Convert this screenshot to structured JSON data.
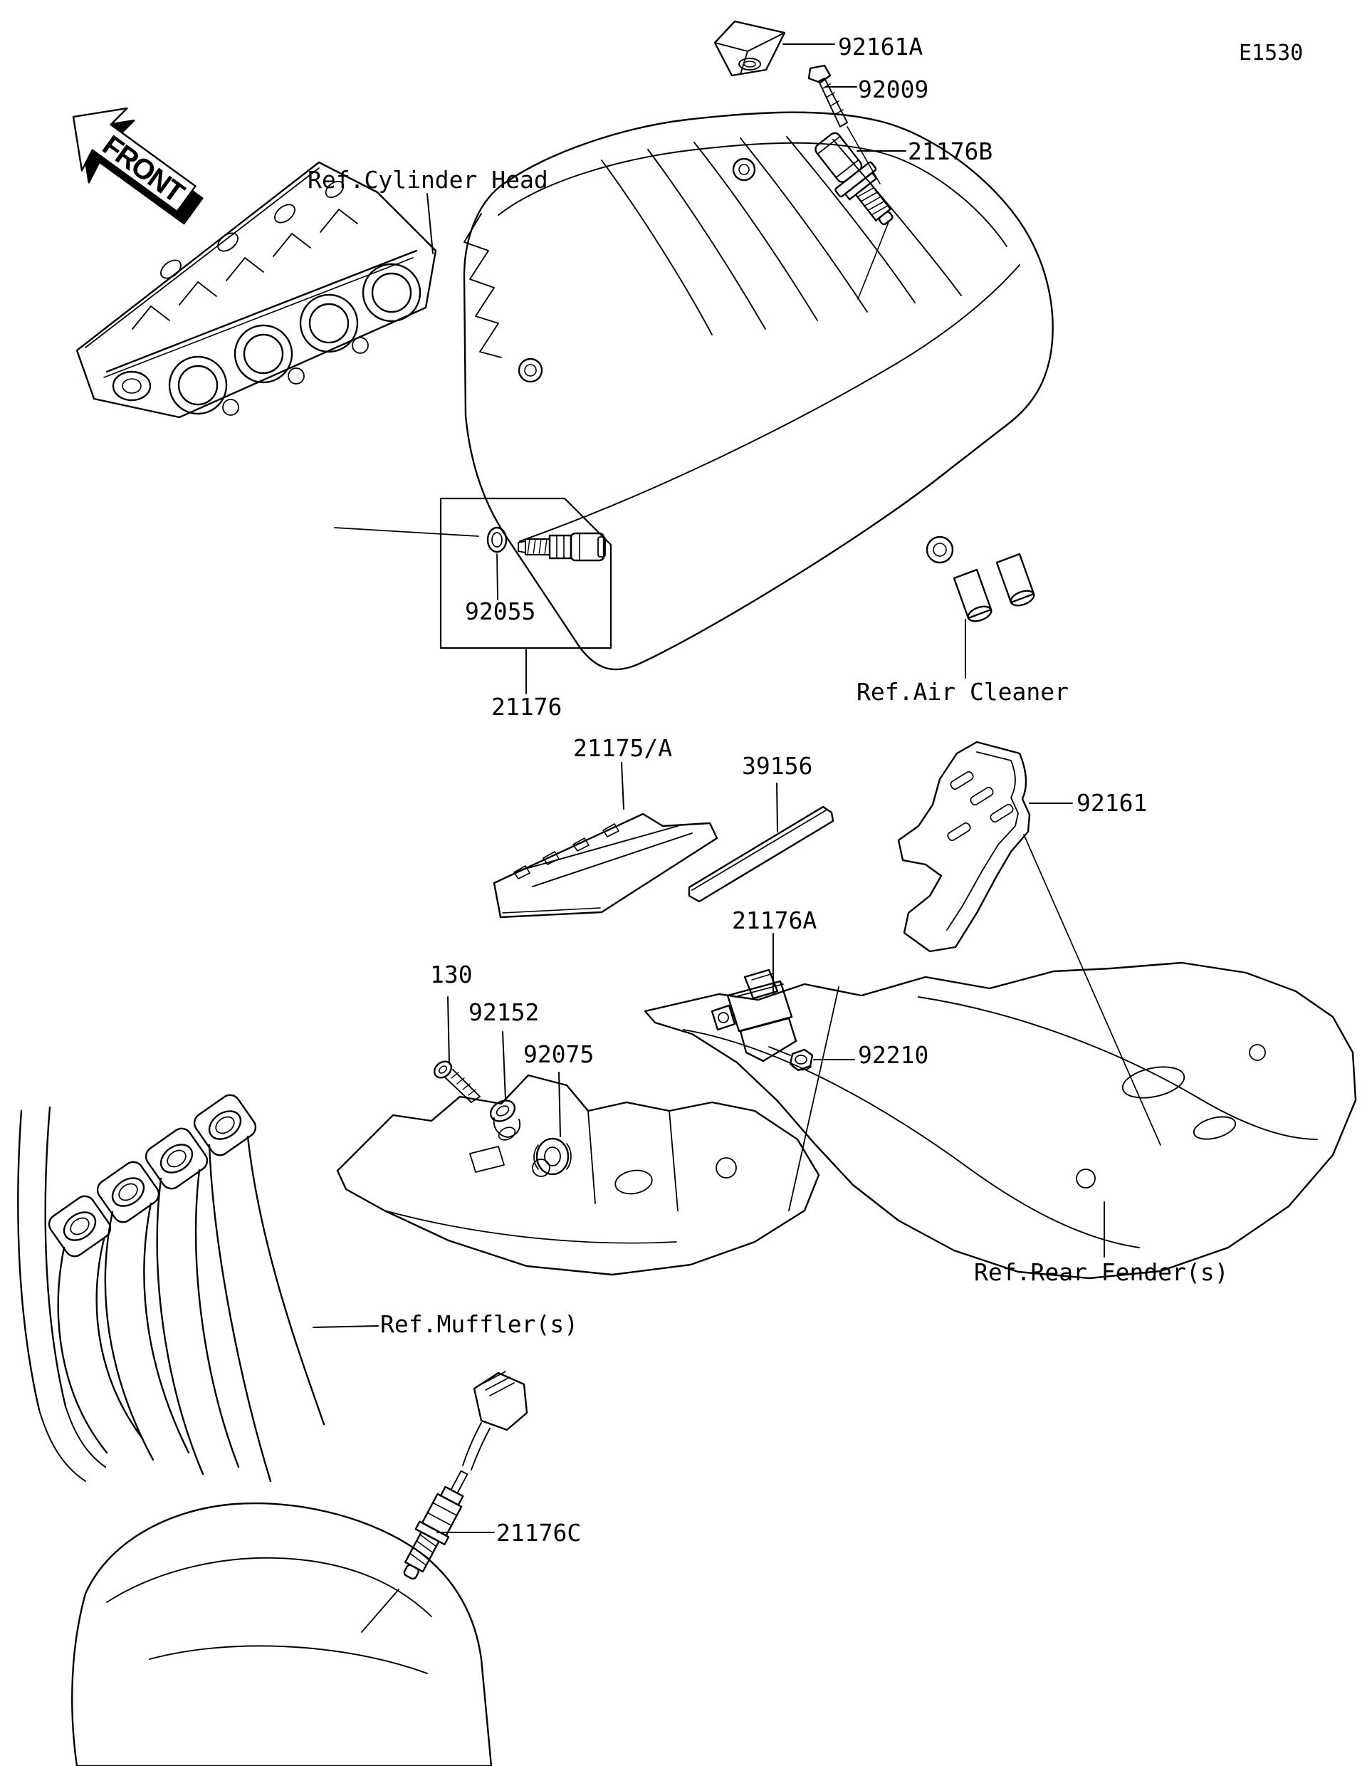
{
  "page": {
    "code": "E1530",
    "front_marker": "FRONT"
  },
  "colors": {
    "line": "#000000",
    "background": "#ffffff"
  },
  "callouts": {
    "c92161A": {
      "text": "92161A"
    },
    "c92009": {
      "text": "92009"
    },
    "c21176B": {
      "text": "21176B"
    },
    "c92055": {
      "text": "92055"
    },
    "c21176": {
      "text": "21176"
    },
    "c21175A": {
      "text": "21175/A"
    },
    "c39156": {
      "text": "39156"
    },
    "c92161": {
      "text": "92161"
    },
    "c21176A": {
      "text": "21176A"
    },
    "c130": {
      "text": "130"
    },
    "c92152": {
      "text": "92152"
    },
    "c92075": {
      "text": "92075"
    },
    "c92210": {
      "text": "92210"
    },
    "c21176C": {
      "text": "21176C"
    }
  },
  "references": {
    "cylinder_head": {
      "text": "Ref.Cylinder Head"
    },
    "air_cleaner": {
      "text": "Ref.Air Cleaner"
    },
    "rear_fender": {
      "text": "Ref.Rear Fender(s)"
    },
    "muffler": {
      "text": "Ref.Muffler(s)"
    }
  }
}
